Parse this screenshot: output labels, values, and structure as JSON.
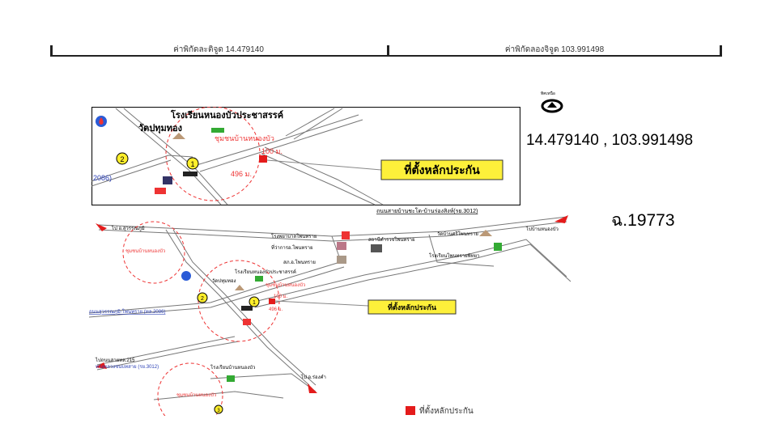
{
  "header": {
    "lat_label": "ค่าพิกัดละติจูด 14.479140",
    "lon_label": "ค่าพิกัดลองจิจูด 103.991498"
  },
  "coords_text": "14.479140 , 103.991498",
  "parcel_no": "ฉ.19773",
  "compass_label": "ทิศเหนือ",
  "legend": {
    "label": "ที่ตั้งหลักประกัน",
    "color": "#e41b1b"
  },
  "inset_map": {
    "school": "โรงเรียนหนองบัวประชาสรรค์",
    "temple": "วัดปทุมทอง",
    "community": "ชุมชนบ้านหนองบัว",
    "distance_1": "100 ม.",
    "distance_2": "496 ม.",
    "road": "2086)",
    "callout": "ที่ตั้งหลักประกัน",
    "marker_1": "1",
    "marker_2": "2"
  },
  "main_map": {
    "road_top": "ถนนสายบ้านชะโด-บ้านร่องสิงห์(รย.3012)",
    "to_surin": "ไป อ.สุวรรณภูมิ",
    "to_nongbua": "ไปบ้านหนองบัว",
    "hospital": "โรงพยาบาลโพนทราย",
    "district_office": "ที่ว่าการอ.โพนทราย",
    "police": "สถานีตำรวจโพนทราย",
    "temple_sri": "วัดบ้านศรีโพนทราย",
    "school_pt": "โรงเรียนโพนทรายพิทยา",
    "post": "สภ.อ.โพนทราย",
    "school_nb": "โรงเรียนหนองบัวประชาสรรค์",
    "temple": "วัดปทุมทอง",
    "community": "ชุมชนบ้านหนองบัว",
    "community_2": "ชุมชนบ้านหนองบัว",
    "distance_1": "100 ม.",
    "distance_2": "496 ม.",
    "road_left": "ถนนสุวรรณภูมิ-โพนทราย (ทล.2086)",
    "callout": "ที่ตั้งหลักประกัน",
    "road_bottom": "ไปถนนสายทล.215",
    "road_bottom_2": "ทางหลวงชนบทสาย (รย.3012)",
    "school_bottom": "โรงเรียนบ้านหนองบัว",
    "to_other": "ไป อ.ร่องคำ",
    "marker_1": "1",
    "marker_2": "2",
    "marker_3": "3"
  }
}
